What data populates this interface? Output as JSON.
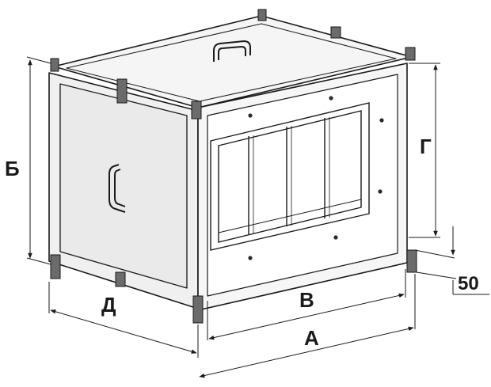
{
  "labels": {
    "a": "А",
    "b": "Б",
    "v": "В",
    "g": "Г",
    "d": "Д",
    "offset": "50"
  },
  "colors": {
    "line": "#1a1a1a",
    "panel": "#f2f2f2",
    "face": "#ffffff",
    "shade": "#d9d9d9",
    "bracket": "#6b6b6b"
  }
}
